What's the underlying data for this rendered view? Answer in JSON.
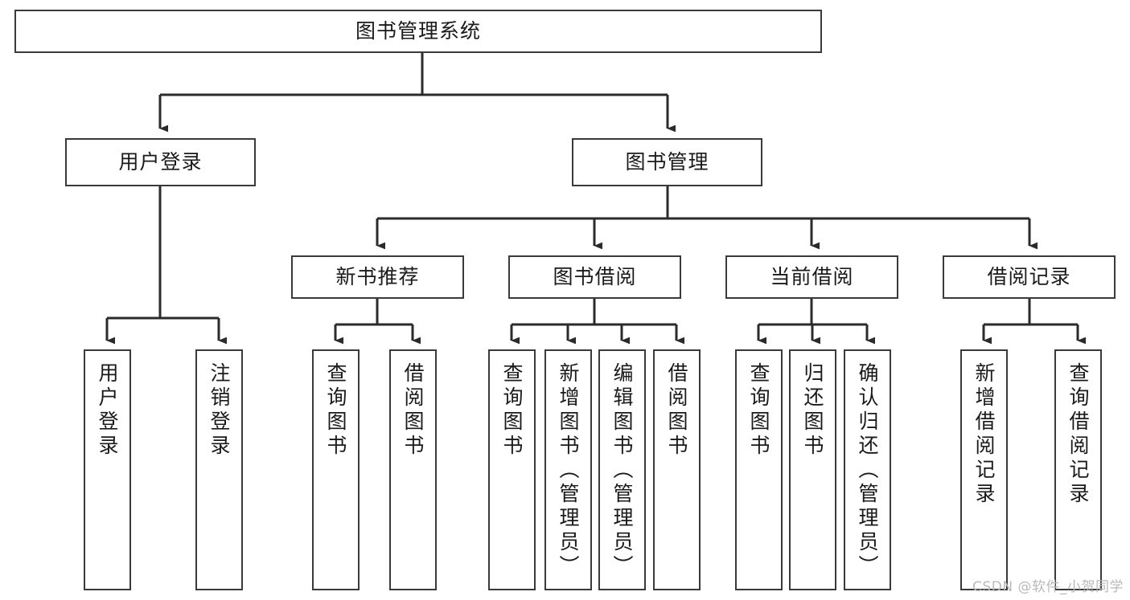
{
  "diagram": {
    "title": "图书管理系统",
    "type": "tree-hierarchy-chart",
    "colors": {
      "box_border": "#3a3a3a",
      "box_fill": "#ffffff",
      "connector": "#2b2b2b",
      "text": "#1a1a1a",
      "watermark": "#b9b9b9",
      "background": "#ffffff"
    },
    "watermark": "CSDN @软件_小贺同学",
    "nodes": {
      "root": {
        "label": "图书管理系统"
      },
      "level1": [
        {
          "id": "user-login",
          "label": "用户登录"
        },
        {
          "id": "book-management",
          "label": "图书管理"
        }
      ],
      "level2": [
        {
          "id": "new-book-recommend",
          "label": "新书推荐"
        },
        {
          "id": "book-borrow",
          "label": "图书借阅"
        },
        {
          "id": "current-borrow",
          "label": "当前借阅"
        },
        {
          "id": "borrow-record",
          "label": "借阅记录"
        }
      ],
      "leaves": {
        "user_login": [
          {
            "id": "leaf-user-login",
            "label": "用户登录"
          },
          {
            "id": "leaf-logout-login",
            "label": "注销登录"
          }
        ],
        "new_book_recommend": [
          {
            "id": "leaf-query-book-1",
            "label": "查询图书"
          },
          {
            "id": "leaf-borrow-book-1",
            "label": "借阅图书"
          }
        ],
        "book_borrow": [
          {
            "id": "leaf-query-book-2",
            "label": "查询图书"
          },
          {
            "id": "leaf-add-book",
            "label": "新增图书（管理员）"
          },
          {
            "id": "leaf-edit-book",
            "label": "编辑图书（管理员）"
          },
          {
            "id": "leaf-borrow-book-2",
            "label": "借阅图书"
          }
        ],
        "current_borrow": [
          {
            "id": "leaf-query-book-3",
            "label": "查询图书"
          },
          {
            "id": "leaf-return-book",
            "label": "归还图书"
          },
          {
            "id": "leaf-confirm-return",
            "label": "确认归还（管理员）"
          }
        ],
        "borrow_record": [
          {
            "id": "leaf-add-borrow-record",
            "label": "新增借阅记录"
          },
          {
            "id": "leaf-query-borrow-record",
            "label": "查询借阅记录"
          }
        ]
      }
    }
  }
}
